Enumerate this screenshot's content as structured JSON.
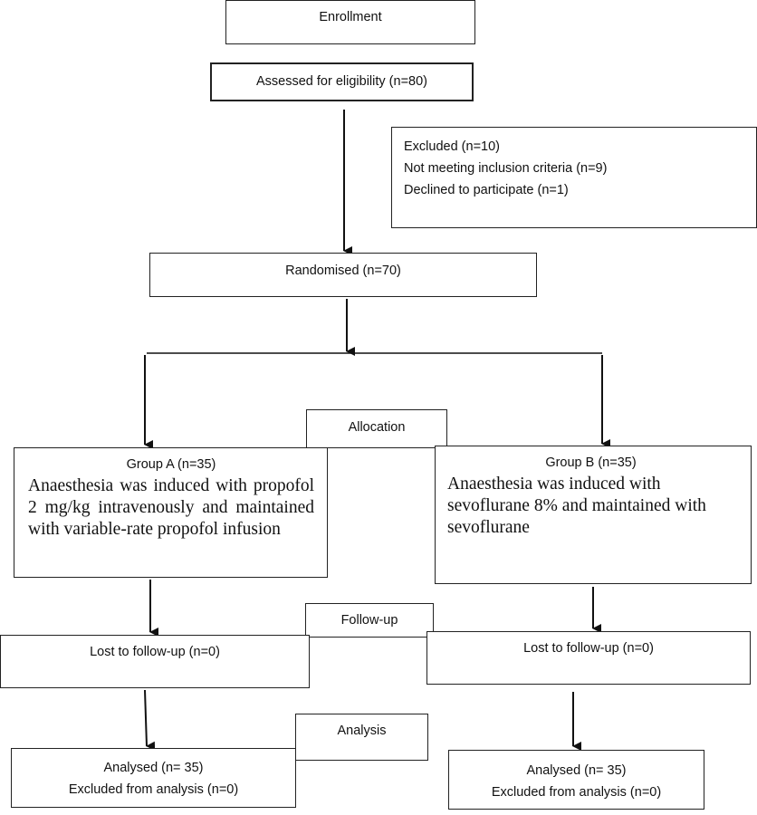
{
  "enrollment": {
    "label": "Enrollment"
  },
  "eligibility": {
    "label": "Assessed for eligibility (n=80)"
  },
  "excluded": {
    "lines": [
      "Excluded (n=10)",
      "Not meeting inclusion criteria (n=9)",
      "Declined to participate (n=1)"
    ]
  },
  "randomised": {
    "label": "Randomised (n=70)"
  },
  "allocation": {
    "label": "Allocation"
  },
  "group_a": {
    "title": "Group A (n=35)",
    "description": "Anaesthesia was induced with propofol 2 mg/kg intravenously and maintained with variable-rate propofol infusion"
  },
  "group_b": {
    "title": "Group B (n=35)",
    "description": "Anaesthesia was induced with sevoflurane 8% and maintained with sevoflurane"
  },
  "followup": {
    "label": "Follow-up"
  },
  "lost_a": {
    "label": "Lost to follow-up (n=0)"
  },
  "lost_b": {
    "label": "Lost to follow-up (n=0)"
  },
  "analysis": {
    "label": "Analysis"
  },
  "analysed_a": {
    "line1": "Analysed (n= 35)",
    "line2": "Excluded from analysis (n=0)"
  },
  "analysed_b": {
    "line1": "Analysed (n= 35)",
    "line2": "Excluded from analysis (n=0)"
  }
}
